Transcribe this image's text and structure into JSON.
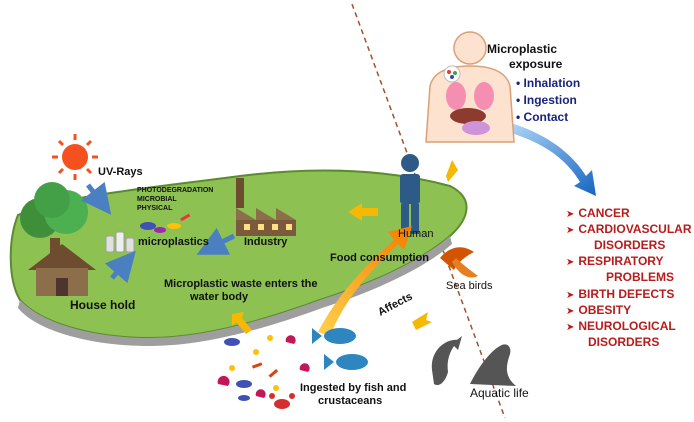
{
  "labels": {
    "uv_rays": "UV-Rays",
    "processes": [
      "PHOTODEGRADATION",
      "MICROBIAL",
      "PHYSICAL"
    ],
    "microplastics": "microplastics",
    "industry": "Industry",
    "human": "Human",
    "food_consumption": "Food consumption",
    "waste_enters_line1": "Microplastic waste enters the",
    "waste_enters_line2": "water body",
    "household": "House hold",
    "sea_birds": "Sea birds",
    "affects": "Affects",
    "ingested_line1": "Ingested by fish and",
    "ingested_line2": "crustaceans",
    "aquatic_life": "Aquatic life"
  },
  "exposure": {
    "title_line1": "Microplastic",
    "title_line2": "exposure",
    "routes": [
      "Inhalation",
      "Ingestion",
      "Contact"
    ]
  },
  "diseases": [
    "CANCER",
    "CARDIOVASCULAR",
    "DISORDERS",
    "RESPIRATORY",
    "PROBLEMS",
    "BIRTH DEFECTS",
    "OBESITY",
    "NEUROLOGICAL",
    "DISORDERS"
  ],
  "icons": [
    "sun-icon",
    "tree-icon",
    "house-icon",
    "factory-icon",
    "human-figure-icon",
    "human-torso-icon",
    "seabird-icon",
    "fish-icon",
    "dolphin-icon",
    "seal-icon",
    "crab-icon"
  ],
  "colors": {
    "land": "#8dc152",
    "disease_text": "#b71c1c",
    "route_text": "#1a237e",
    "arrow_blue": "#4a7fc1",
    "arrow_yellow": "#f6b800"
  }
}
